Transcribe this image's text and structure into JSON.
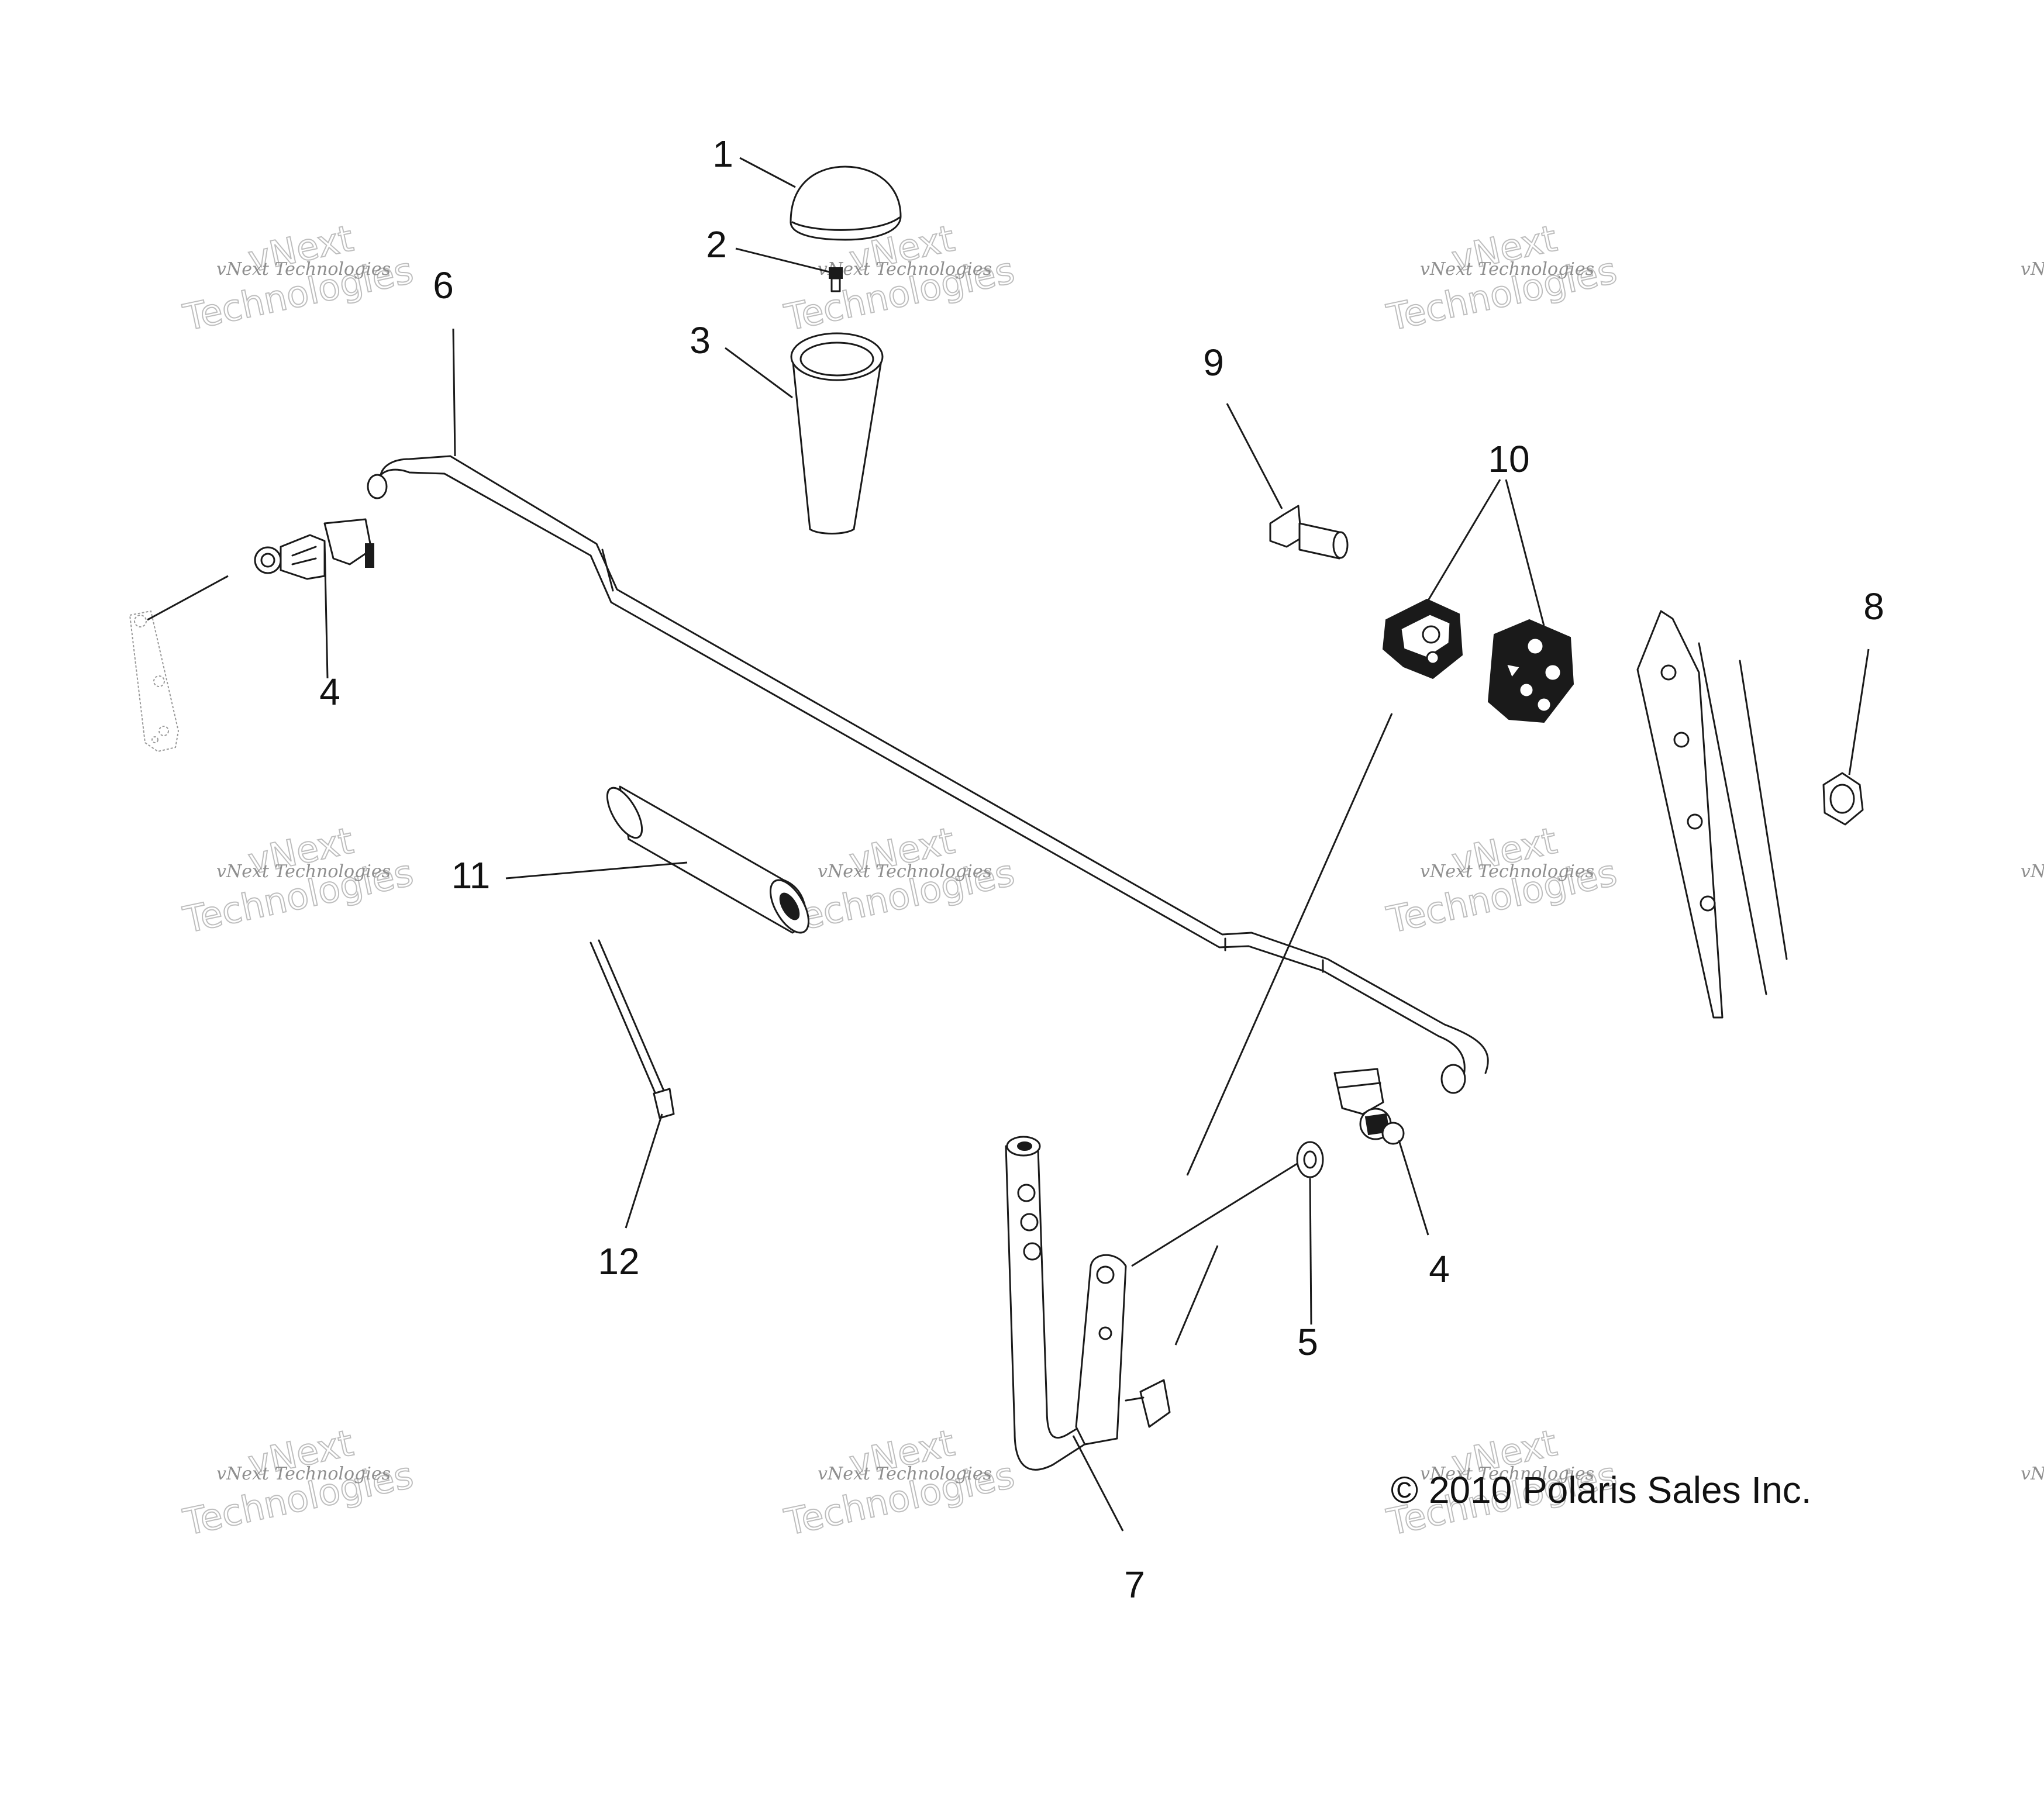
{
  "callouts": {
    "c1": "1",
    "c2": "2",
    "c3": "3",
    "c4a": "4",
    "c4b": "4",
    "c5": "5",
    "c6": "6",
    "c7": "7",
    "c8": "8",
    "c9": "9",
    "c10": "10",
    "c11": "11",
    "c12": "12"
  },
  "copyright": "© 2010 Polaris Sales Inc.",
  "watermark": {
    "small": "vNext Technologies",
    "big_line1": "vNext",
    "big_line2": "Technologies"
  }
}
